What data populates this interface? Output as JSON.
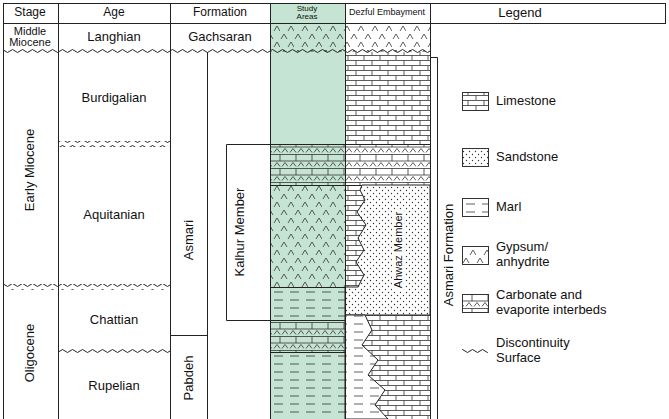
{
  "diagram": {
    "nodes": [
      {
        "text": [
          "Ahwaz Member"
        ]
      }
    ],
    "labels": [
      "Stage",
      "Age",
      "Formation",
      "Study Areas",
      "Dezful Embayment",
      "Legend",
      "Middle Miocene",
      "Langhian",
      "Gachsaran",
      "Early Miocene",
      "Burdigalian",
      "Aquitanian",
      "Oligocene",
      "Chattian",
      "Rupelian",
      "Asmari",
      "Kalhur Member",
      "Pabdeh",
      "Asmari Formation"
    ],
    "legend": [
      {
        "text": "Limestone"
      },
      {
        "text": "Sandstone"
      },
      {
        "text": "Marl"
      },
      {
        "text": "Gypsum/ anhydrite"
      },
      {
        "text": "Carbonate and evaporite interbeds"
      },
      {
        "text": "Discontinuity Surface"
      }
    ]
  }
}
